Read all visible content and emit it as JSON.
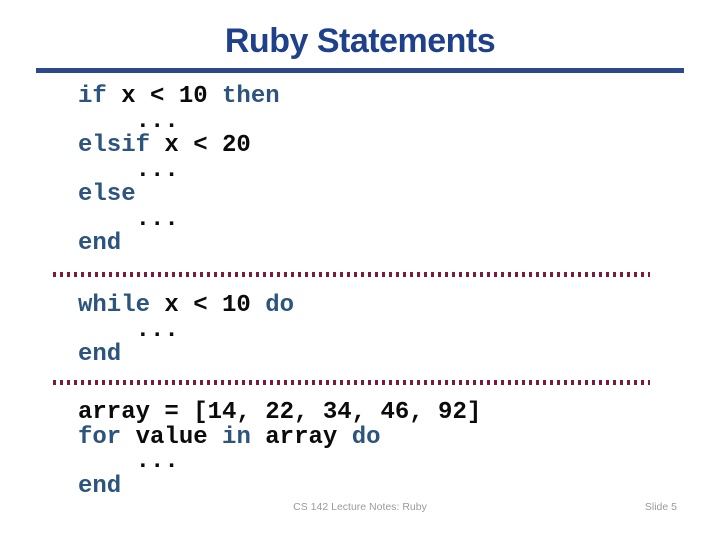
{
  "slide": {
    "title": "Ruby Statements",
    "footer_note": "CS 142 Lecture Notes: Ruby",
    "slide_number": "Slide 5"
  },
  "colors": {
    "title_blue": "#1F418C",
    "rule_blue": "#2A4A8C",
    "keyword_blue": "#2D547F",
    "code_black": "#0B0B0B",
    "separator_maroon": "#7A1B3D",
    "footer_gray": "#9B9B9B",
    "background": "#FFFFFF"
  },
  "code_blocks": [
    {
      "name": "if-elsif-else-block",
      "lines": [
        [
          {
            "t": "if",
            "k": true
          },
          {
            "t": " x < 10 ",
            "k": false
          },
          {
            "t": "then",
            "k": true
          }
        ],
        [
          {
            "t": "    ...",
            "k": false
          }
        ],
        [
          {
            "t": "elsif",
            "k": true
          },
          {
            "t": " x < 20",
            "k": false
          }
        ],
        [
          {
            "t": "    ...",
            "k": false
          }
        ],
        [
          {
            "t": "else",
            "k": true
          }
        ],
        [
          {
            "t": "    ...",
            "k": false
          }
        ],
        [
          {
            "t": "end",
            "k": true
          }
        ]
      ]
    },
    {
      "name": "while-block",
      "lines": [
        [
          {
            "t": "while",
            "k": true
          },
          {
            "t": " x < 10 ",
            "k": false
          },
          {
            "t": "do",
            "k": true
          }
        ],
        [
          {
            "t": "    ...",
            "k": false
          }
        ],
        [
          {
            "t": "end",
            "k": true
          }
        ]
      ]
    },
    {
      "name": "for-block",
      "lines": [
        [
          {
            "t": "array = [14, 22, 34, 46, 92]",
            "k": false
          }
        ],
        [
          {
            "t": "for",
            "k": true
          },
          {
            "t": " value ",
            "k": false
          },
          {
            "t": "in",
            "k": true
          },
          {
            "t": " array ",
            "k": false
          },
          {
            "t": "do",
            "k": true
          }
        ],
        [
          {
            "t": "    ...",
            "k": false
          }
        ],
        [
          {
            "t": "end",
            "k": true
          }
        ]
      ]
    }
  ]
}
